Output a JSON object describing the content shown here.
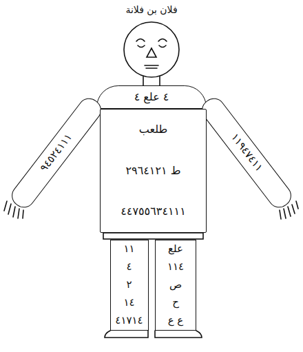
{
  "diagram": {
    "nodes": [
      {
        "text": [
          "٤ علع ٤"
        ]
      },
      {
        "text": [
          "٩٤٥٢٤١١١"
        ]
      },
      {
        "text": [
          "١١٩٤٧٤١١"
        ]
      },
      {
        "text": [
          "طلعب",
          "ط ٢٩٦٤١٢١",
          "٤٤٧٥٥٦٣٤١١١"
        ]
      },
      {
        "text": [
          "١١",
          "٤",
          "٢",
          "١٤",
          "٤١٧١٤"
        ]
      },
      {
        "text": [
          "علع",
          "١١٤",
          "ص",
          "ح",
          "ع ع"
        ]
      }
    ],
    "labels": [
      "فلان بن فلانة"
    ]
  }
}
